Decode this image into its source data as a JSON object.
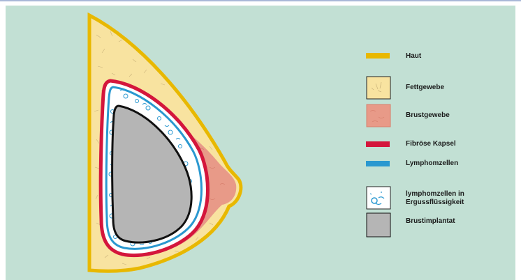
{
  "colors": {
    "background": "#c2e0d4",
    "skin": "#e8b800",
    "fat": "#f8e3a0",
    "breast_tissue": "#e89a88",
    "capsule": "#d4163c",
    "lymph": "#2a98d0",
    "implant": "#b5b5b5"
  },
  "legend": [
    {
      "label": "Haut",
      "icon": "skin-swatch"
    },
    {
      "label": "Fettgewebe",
      "icon": "fat-tissue-swatch"
    },
    {
      "label": "Brustgewebe",
      "icon": "breast-tissue-swatch"
    },
    {
      "label": "Fibröse Kapsel",
      "icon": "capsule-swatch"
    },
    {
      "label": "Lymphomzellen",
      "icon": "lymph-cells-swatch"
    },
    {
      "label": "lymphomzellen in Ergussflüssigkeit",
      "icon": "effusion-cells-swatch"
    },
    {
      "label": "Brustimplantat",
      "icon": "implant-swatch"
    }
  ]
}
